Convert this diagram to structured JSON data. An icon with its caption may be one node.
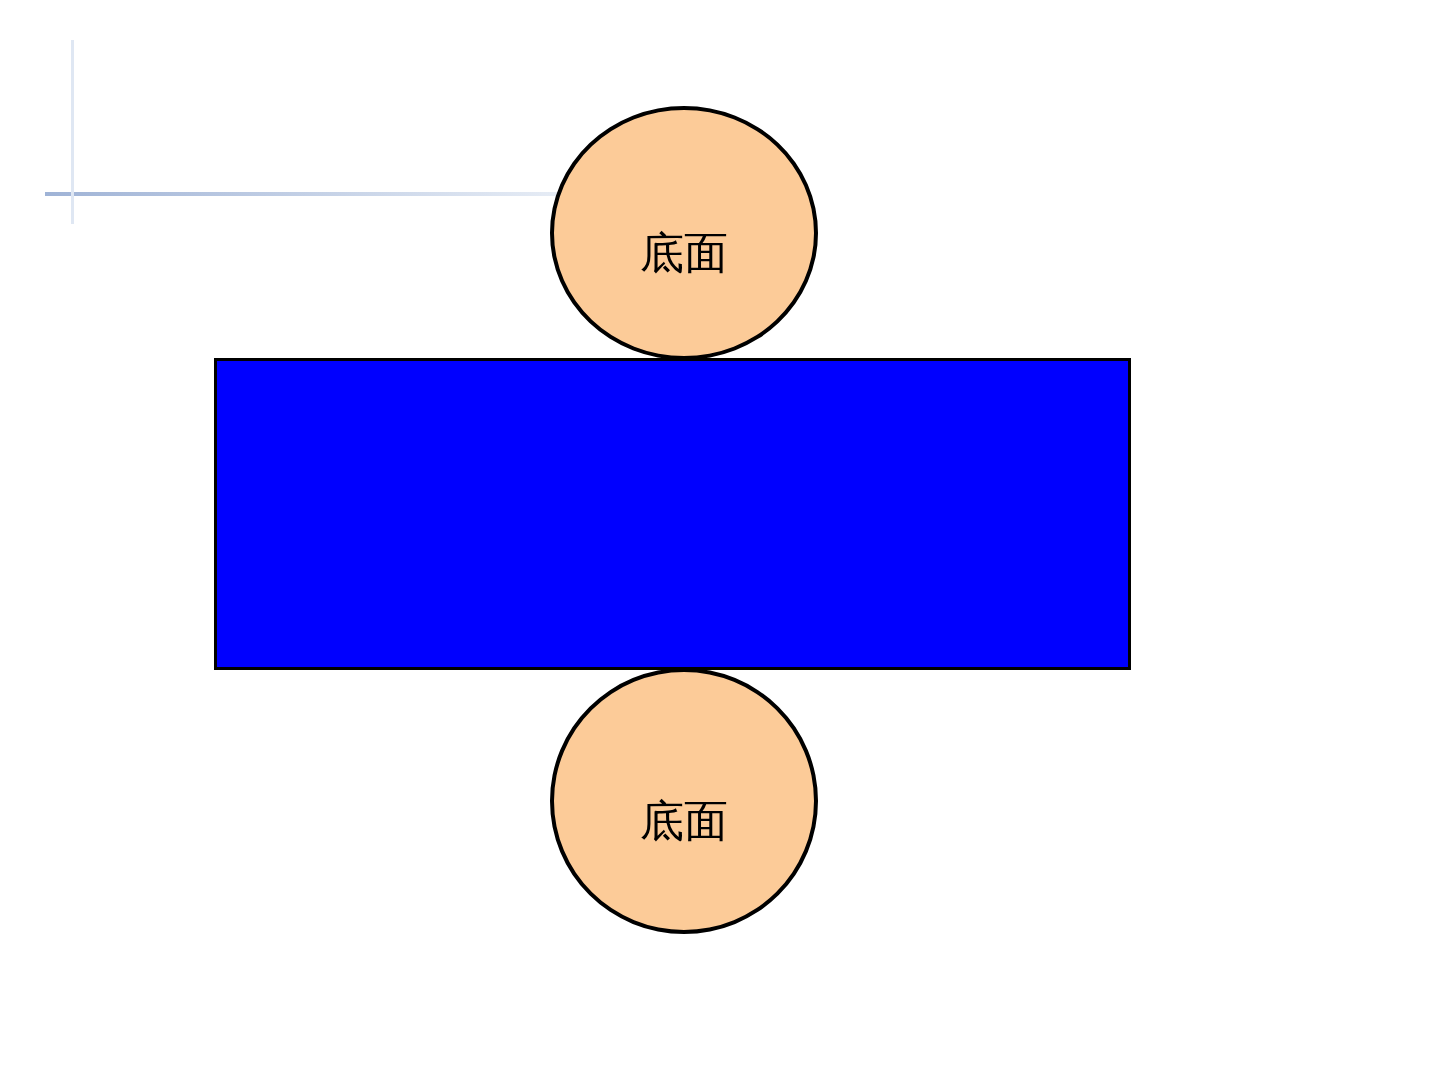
{
  "diagram": {
    "nodes": [
      {
        "text": [
          "底面"
        ]
      },
      {
        "text": [],
        "shape": "box"
      },
      {
        "text": [
          "底面"
        ]
      }
    ]
  }
}
